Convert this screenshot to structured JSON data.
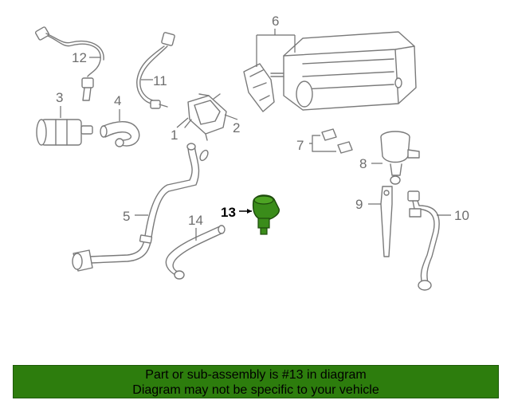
{
  "diagram": {
    "callouts": [
      "1",
      "2",
      "3",
      "4",
      "5",
      "6",
      "7",
      "8",
      "9",
      "10",
      "11",
      "12",
      "13",
      "14"
    ],
    "highlighted_callout": "13",
    "highlight_color": "#3a8c1a",
    "line_color": "#7a7a7a"
  },
  "footer": {
    "line1": "Part or sub-assembly is #13 in diagram",
    "line2": "Diagram may not be specific to your vehicle",
    "background_color": "#2d7d0d"
  }
}
